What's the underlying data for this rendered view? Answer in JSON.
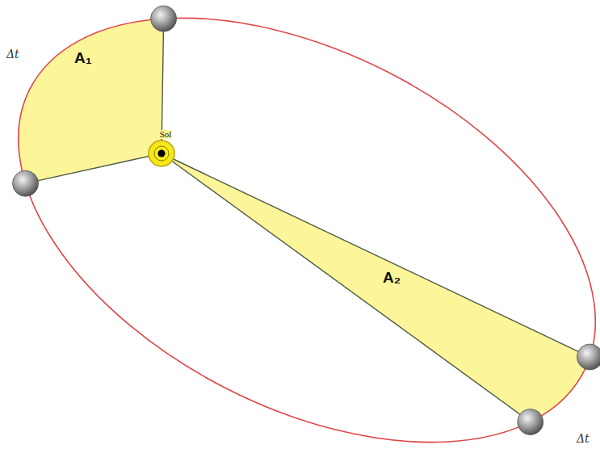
{
  "diagram": {
    "labels": [
      "Δt",
      "A₁",
      "Sol",
      "A₂",
      "Δt"
    ]
  }
}
